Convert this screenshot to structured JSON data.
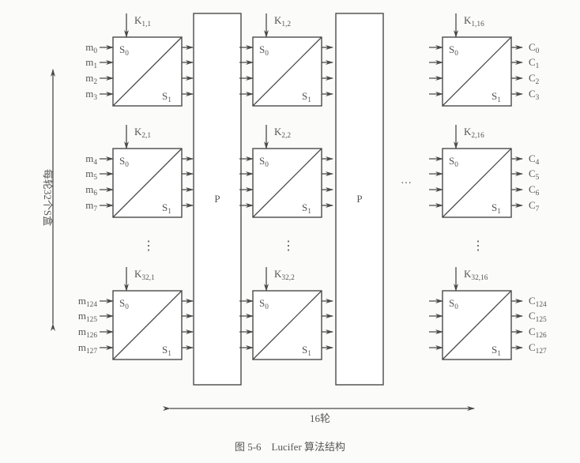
{
  "diagram": {
    "rows": [
      {
        "inputs": [
          [
            "m",
            "0"
          ],
          [
            "m",
            "1"
          ],
          [
            "m",
            "2"
          ],
          [
            "m",
            "3"
          ]
        ],
        "outputs": [
          [
            "C",
            "0"
          ],
          [
            "C",
            "1"
          ],
          [
            "C",
            "2"
          ],
          [
            "C",
            "3"
          ]
        ],
        "keys": [
          [
            "K",
            "1,1"
          ],
          [
            "K",
            "1,2"
          ],
          [
            "K",
            "1,16"
          ]
        ]
      },
      {
        "inputs": [
          [
            "m",
            "4"
          ],
          [
            "m",
            "5"
          ],
          [
            "m",
            "6"
          ],
          [
            "m",
            "7"
          ]
        ],
        "outputs": [
          [
            "C",
            "4"
          ],
          [
            "C",
            "5"
          ],
          [
            "C",
            "6"
          ],
          [
            "C",
            "7"
          ]
        ],
        "keys": [
          [
            "K",
            "2,1"
          ],
          [
            "K",
            "2,2"
          ],
          [
            "K",
            "2,16"
          ]
        ]
      },
      {
        "inputs": [
          [
            "m",
            "124"
          ],
          [
            "m",
            "125"
          ],
          [
            "m",
            "126"
          ],
          [
            "m",
            "127"
          ]
        ],
        "outputs": [
          [
            "C",
            "124"
          ],
          [
            "C",
            "125"
          ],
          [
            "C",
            "126"
          ],
          [
            "C",
            "127"
          ]
        ],
        "keys": [
          [
            "K",
            "32,1"
          ],
          [
            "K",
            "32,2"
          ],
          [
            "K",
            "32,16"
          ]
        ]
      }
    ],
    "sbox_top_label": [
      "S",
      "0"
    ],
    "sbox_bottom_label": [
      "S",
      "1"
    ],
    "perm_label": "P",
    "vertical_dots": "⋮",
    "horizontal_dots": "···",
    "rounds_label": "16轮",
    "sboxes_per_round_label": "每轮32个S盒"
  },
  "caption": "图 5-6　Lucifer 算法结构"
}
